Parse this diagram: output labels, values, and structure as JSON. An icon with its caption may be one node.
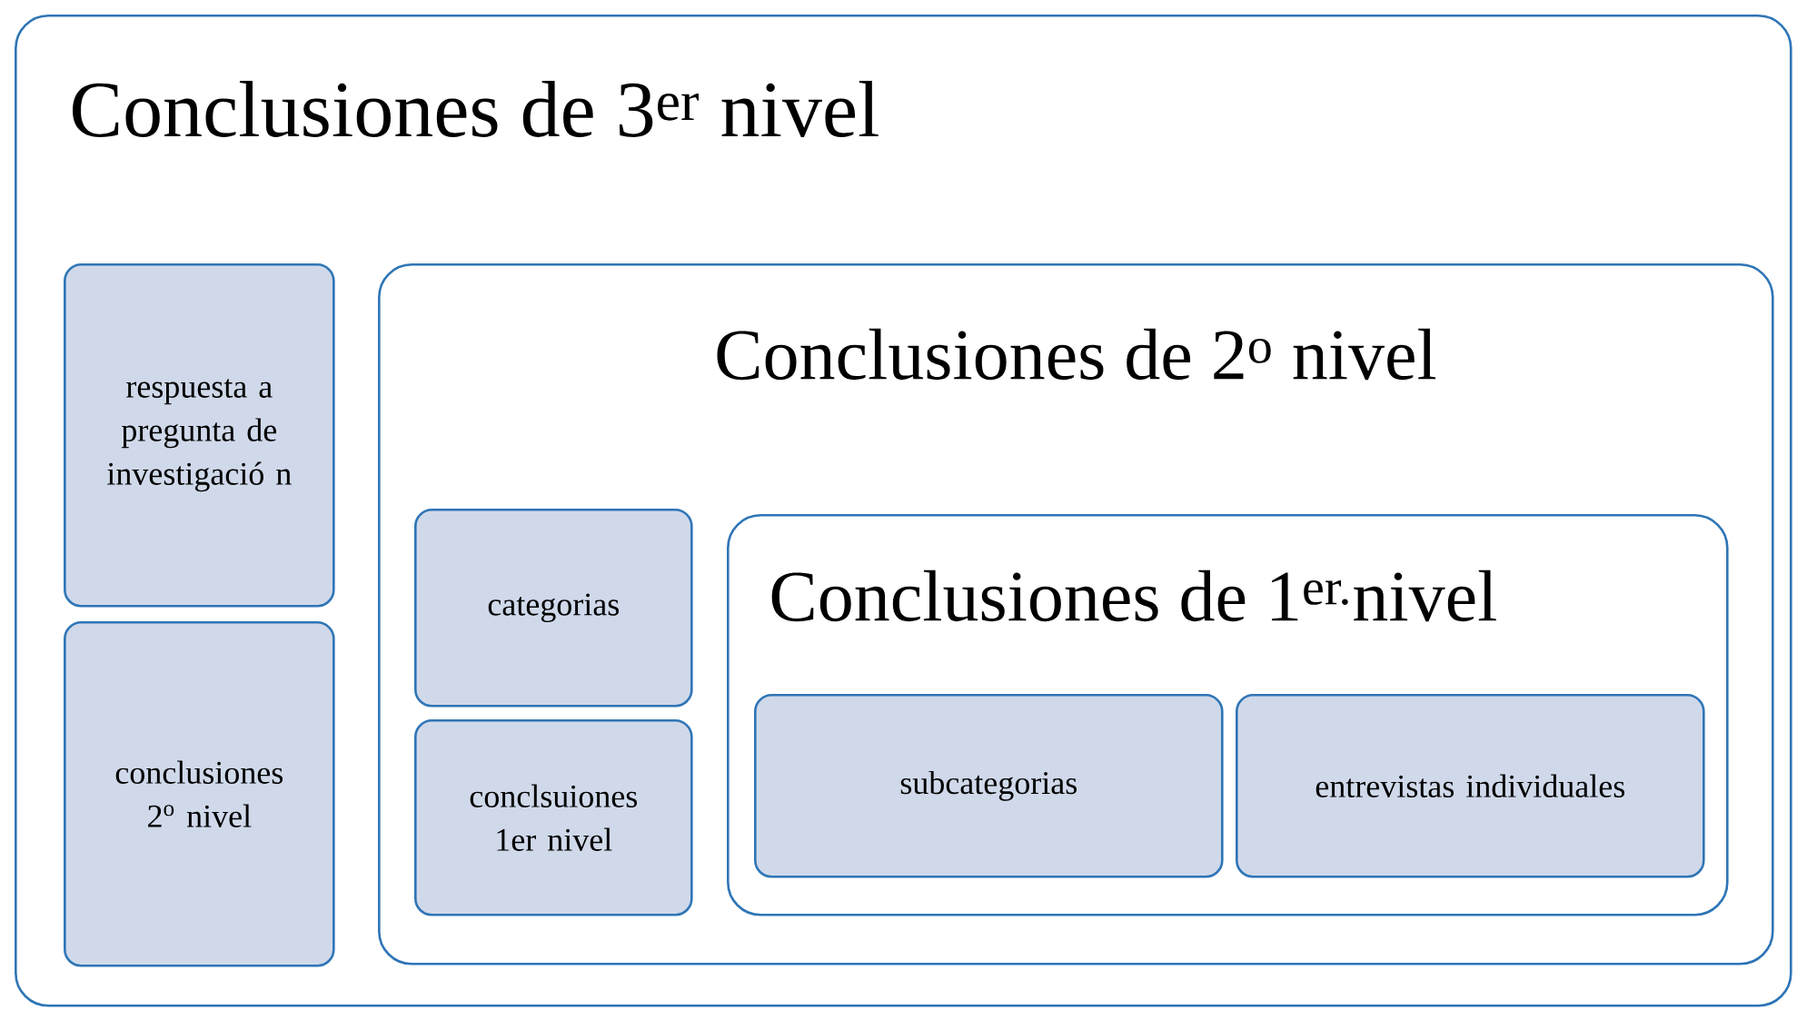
{
  "diagram": {
    "nodes": [
      {
        "text": [
          "Conclusiones de 3$^{er}$ nivel"
        ]
      },
      {
        "text": [
          "respuesta a pregunta de investigació n"
        ],
        "in": 0
      },
      {
        "text": [
          "conclusiones 2$^{o}$ nivel"
        ],
        "in": 0
      },
      {
        "text": [
          "Conclusiones de 2$^{o}$ nivel"
        ],
        "in": 0
      },
      {
        "text": [
          "categorias"
        ],
        "in": 3
      },
      {
        "text": [
          "conclsuiones 1er nivel"
        ],
        "in": 3
      },
      {
        "text": [
          "Conclusiones de 1$^{er.}$nivel"
        ],
        "in": 3
      },
      {
        "text": [
          "subcategorias"
        ],
        "in": 6
      },
      {
        "text": [
          "entrevistas individuales"
        ],
        "in": 6
      }
    ]
  }
}
